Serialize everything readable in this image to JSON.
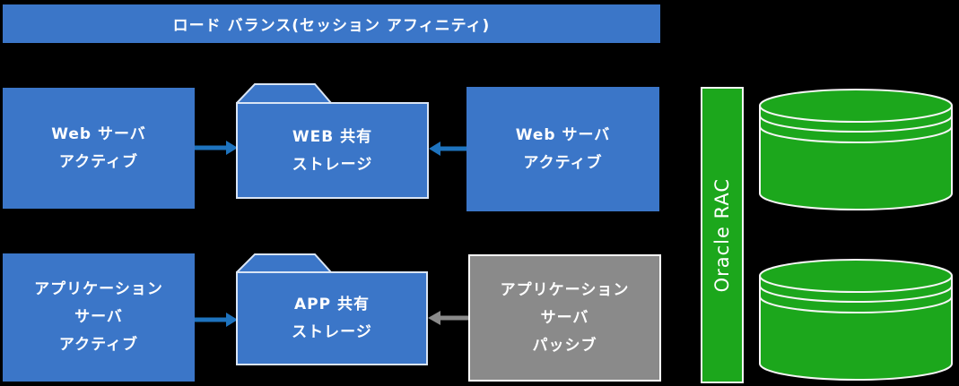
{
  "diagram": {
    "banner": {
      "label": "ロード バランス(セッション アフィニティ)"
    },
    "boxes": {
      "web_server_left": {
        "lines": [
          "Web サーバ",
          "アクティブ"
        ]
      },
      "web_server_right": {
        "lines": [
          "Web サーバ",
          "アクティブ"
        ]
      },
      "app_server_left": {
        "lines": [
          "アプリケーション",
          "サーバ",
          "アクティブ"
        ]
      },
      "app_server_right": {
        "lines": [
          "アプリケーション",
          "サーバ",
          "パッシブ"
        ]
      }
    },
    "folders": {
      "web_storage": {
        "lines": [
          "WEB 共有",
          "ストレージ"
        ]
      },
      "app_storage": {
        "lines": [
          "APP 共有",
          "ストレージ"
        ]
      }
    },
    "oracle_rac": {
      "label": "Oracle RAC"
    },
    "colors": {
      "node_blue": "#3B76C8",
      "arrow_blue": "#1E73BE",
      "node_gray": "#8A8A8A",
      "arrow_gray": "#8A8A8A",
      "rac_green": "#1CA71C",
      "folder_border": "#D9E5F5",
      "cylinder_green": "#1CA71C",
      "text": "#FFFFFF",
      "background": "#000000"
    }
  }
}
